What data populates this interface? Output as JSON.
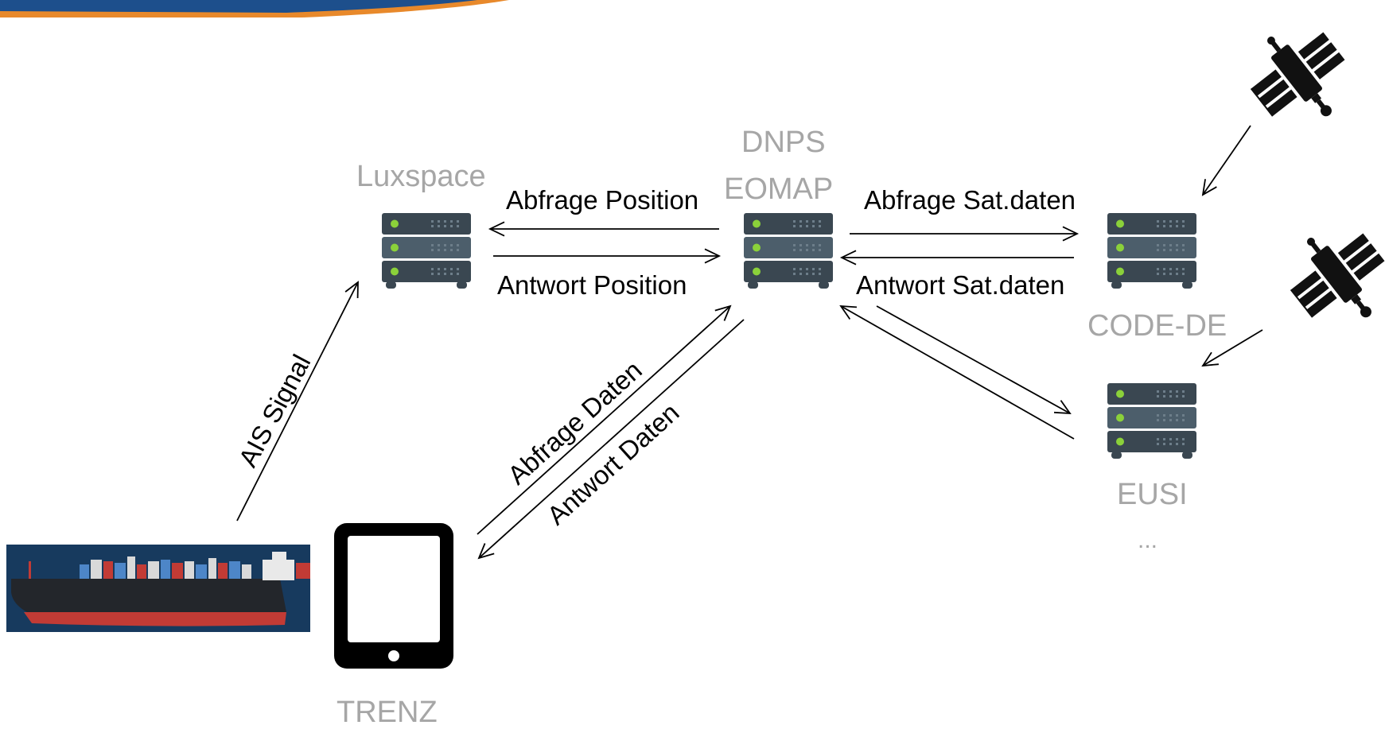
{
  "nodes": {
    "luxspace": "Luxspace",
    "dnps": "DNPS",
    "eomap": "EOMAP",
    "code_de": "CODE-DE",
    "eusi": "EUSI",
    "more": "...",
    "trenz": "TRENZ"
  },
  "edges": {
    "abfrage_position": "Abfrage Position",
    "antwort_position": "Antwort Position",
    "abfrage_satdaten": "Abfrage Sat.daten",
    "antwort_satdaten": "Antwort Sat.daten",
    "ais_signal": "AIS Signal",
    "abfrage_daten": "Abfrage Daten",
    "antwort_daten": "Antwort Daten"
  },
  "icons": {
    "server": "server-icon",
    "satellite": "satellite-icon",
    "tablet": "tablet-icon",
    "ship": "container-ship-icon"
  },
  "colors": {
    "node_label": "#a6a6a6",
    "server_body": "#3a4751",
    "server_mid": "#4c5e6b",
    "status_led": "#8bd13a",
    "ship_bg": "#173a5e",
    "hull_red": "#c23b35",
    "banner_blue": "#1d4f8c",
    "banner_orange": "#e8892b"
  }
}
